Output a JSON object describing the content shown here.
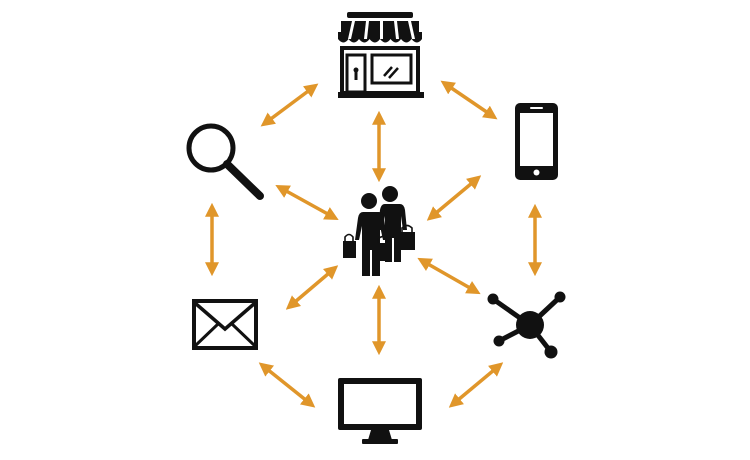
{
  "colors": {
    "arrow": "#E0962A",
    "icon": "#111111",
    "background": "#FFFFFF"
  },
  "center_node": {
    "icon": "shoppers-icon"
  },
  "outer_nodes": [
    {
      "icon": "store-icon"
    },
    {
      "icon": "smartphone-icon"
    },
    {
      "icon": "network-hub-icon"
    },
    {
      "icon": "desktop-monitor-icon"
    },
    {
      "icon": "envelope-icon"
    },
    {
      "icon": "magnifying-glass-icon"
    }
  ],
  "connections": {
    "ring": [
      "store-smartphone",
      "smartphone-network",
      "network-desktop",
      "desktop-envelope",
      "envelope-magnifier",
      "magnifier-store"
    ],
    "spokes": [
      "center-store",
      "center-smartphone",
      "center-network",
      "center-desktop",
      "center-envelope",
      "center-magnifier"
    ],
    "direction": "bidirectional"
  }
}
